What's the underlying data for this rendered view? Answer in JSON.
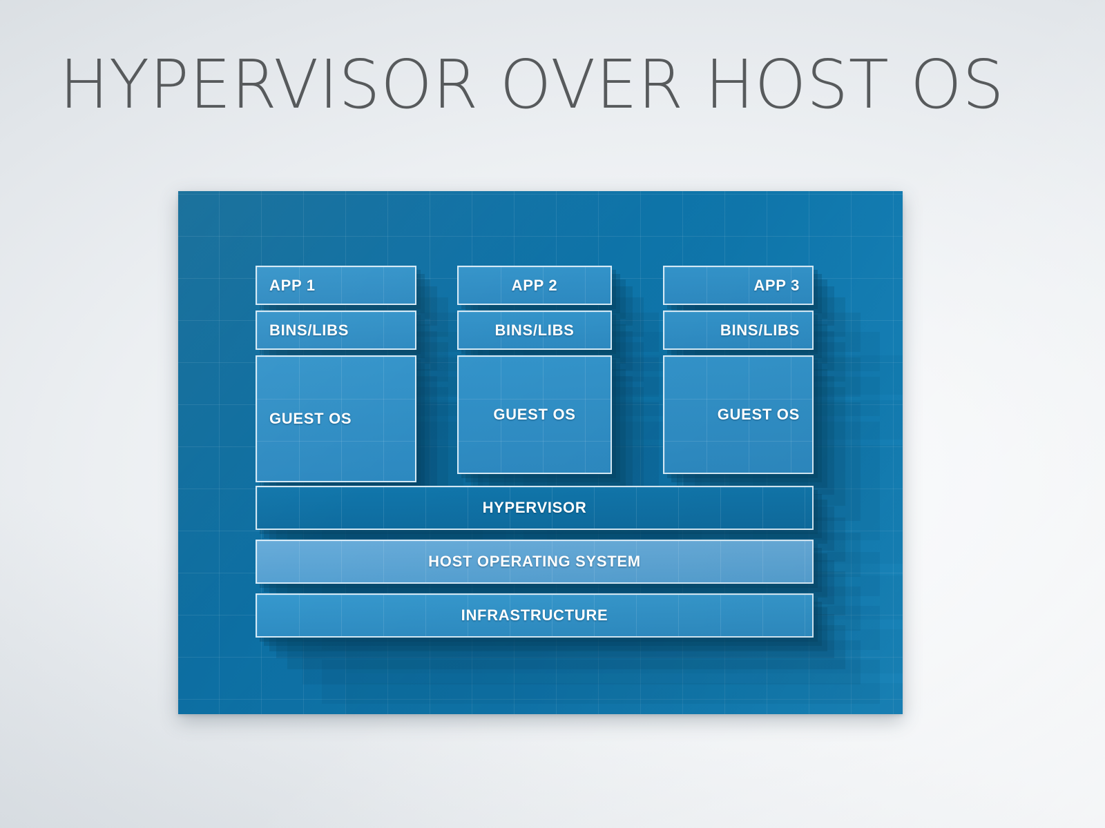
{
  "slide": {
    "title": "HYPERVISOR OVER HOST OS",
    "title_color": "#575a5c",
    "background_color": "#e2e6e9"
  },
  "diagram": {
    "panel_color": "#0d6fa3",
    "box_border_color": "#e2f1fa",
    "label_color": "#ffffff",
    "stacks": [
      {
        "name": "stack-1",
        "align": "left",
        "layers": [
          {
            "id": "app-1",
            "label": "APP 1",
            "fill": "#3393c9"
          },
          {
            "id": "bins-1",
            "label": "BINS/LIBS",
            "fill": "#3393c9"
          },
          {
            "id": "guest-1",
            "label": "GUEST OS",
            "fill": "#3393c9"
          }
        ]
      },
      {
        "name": "stack-2",
        "align": "center",
        "layers": [
          {
            "id": "app-2",
            "label": "APP 2",
            "fill": "#3393c9"
          },
          {
            "id": "bins-2",
            "label": "BINS/LIBS",
            "fill": "#3393c9"
          },
          {
            "id": "guest-2",
            "label": "GUEST OS",
            "fill": "#3393c9"
          }
        ]
      },
      {
        "name": "stack-3",
        "align": "right",
        "layers": [
          {
            "id": "app-3",
            "label": "APP 3",
            "fill": "#3393c9"
          },
          {
            "id": "bins-3",
            "label": "BINS/LIBS",
            "fill": "#3393c9"
          },
          {
            "id": "guest-3",
            "label": "GUEST OS",
            "fill": "#3393c9"
          }
        ]
      }
    ],
    "base_layers": [
      {
        "id": "hypervisor",
        "label": "HYPERVISOR",
        "fill": "#1176ab",
        "highlighted": false
      },
      {
        "id": "host-os",
        "label": "HOST OPERATING SYSTEM",
        "fill": "#67abd9",
        "highlighted": true
      },
      {
        "id": "infrastructure",
        "label": "INFRASTRUCTURE",
        "fill": "#3698cd",
        "highlighted": false
      }
    ]
  }
}
